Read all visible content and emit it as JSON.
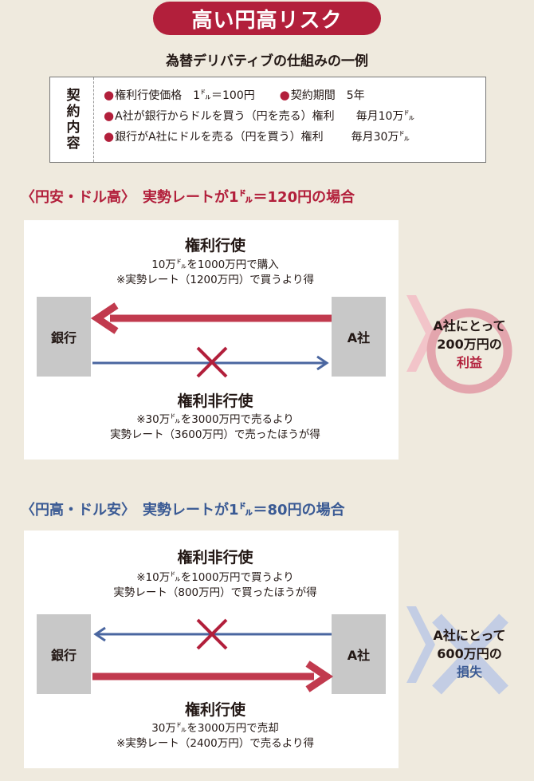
{
  "title": "高い円高リスク",
  "subtitle": "為替デリバティブの仕組みの一例",
  "contract": {
    "label": "契約内容",
    "items": [
      {
        "text": "権利行使価格　1㌦＝100円",
        "text2": "契約期間　5年"
      },
      {
        "text": "A社が銀行からドルを買う（円を売る）権利",
        "text2": "毎月10万㌦"
      },
      {
        "text": "銀行がA社にドルを売る（円を買う）権利",
        "text2": "毎月30万㌦"
      }
    ]
  },
  "sections": [
    {
      "heading": "〈円安・ドル高〉　実勢レートが1㌦＝120円の場合",
      "bank": "銀行",
      "company": "A社",
      "top_title": "権利行使",
      "top_line1": "10万㌦を1000万円で購入",
      "top_line2": "※実勢レート（1200万円）で買うより得",
      "bottom_title": "権利非行使",
      "bottom_line1": "※30万㌦を3000万円で売るより",
      "bottom_line2": "実勢レート（3600万円）で売ったほうが得",
      "result_line1": "A社にとって",
      "result_line2": "200万円の",
      "result_line3": "利益"
    },
    {
      "heading": "〈円高・ドル安〉　実勢レートが1㌦＝80円の場合",
      "bank": "銀行",
      "company": "A社",
      "top_title": "権利非行使",
      "top_line1": "※10万㌦を1000万円で買うより",
      "top_line2": "実勢レート（800万円）で買ったほうが得",
      "bottom_title": "権利行使",
      "bottom_line1": "30万㌦を3000万円で売却",
      "bottom_line2": "※実勢レート（2400万円）で売るより得",
      "result_line1": "A社にとって",
      "result_line2": "600万円の",
      "result_line3": "損失"
    }
  ],
  "colors": {
    "accent_red": "#b21f3b",
    "accent_blue": "#3a5a94",
    "background": "#efeade"
  }
}
